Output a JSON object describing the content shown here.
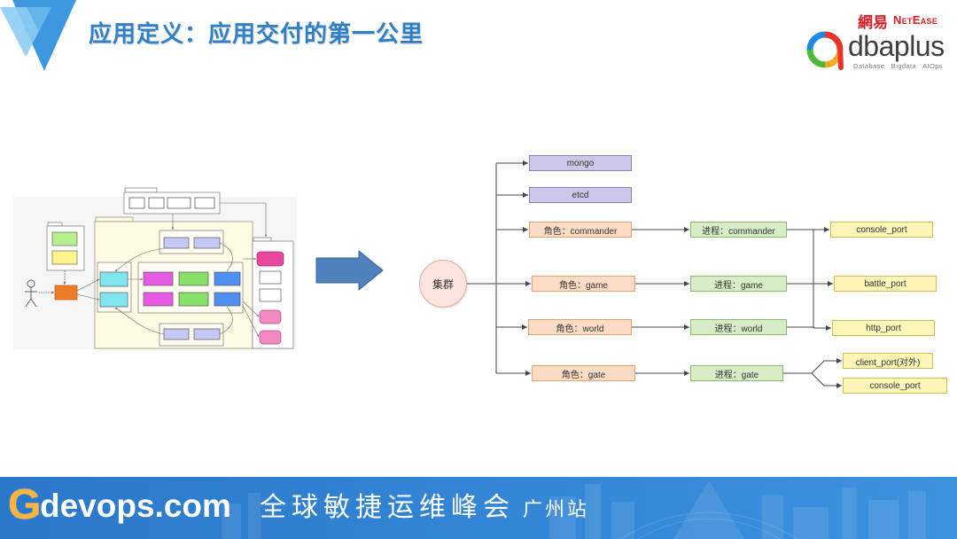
{
  "slide": {
    "title": "应用定义：应用交付的第一公里"
  },
  "logos": {
    "netease_cn": "網易",
    "netease_en": "NetEase",
    "dbaplus_name": "dbaplus",
    "dbaplus_tagline": "Database Bigdata AIOps"
  },
  "diagram": {
    "cluster": "集群",
    "resources": [
      "mongo",
      "etcd"
    ],
    "roles": [
      "角色：commander",
      "角色：game",
      "角色：world",
      "角色：gate"
    ],
    "processes": [
      "进程：commander",
      "进程：game",
      "进程：world",
      "进程：gate"
    ],
    "ports": [
      "console_port",
      "battle_port",
      "http_port",
      "client_port(对外)",
      "console_port"
    ]
  },
  "footer": {
    "logo_initial": "G",
    "site": "devops.com",
    "event": "全球敏捷运维峰会",
    "city": "广州站"
  },
  "colors": {
    "title": "#2f80c6",
    "netease_red": "#d81e26",
    "resource_fill": "#ccc6e8",
    "role_fill": "#fcdcc5",
    "process_fill": "#d6edc7",
    "port_fill": "#fdf6b8",
    "cluster_fill": "#fde4de",
    "transition_arrow": "#4f81bd",
    "banner": "#2f7bcb"
  },
  "icons": {
    "corner_logo": "blue-triangles-icon",
    "dbaplus_mark": "dbaplus-ring-icon",
    "transition": "right-block-arrow-icon",
    "thumbnail_actor": "user-figure-icon"
  }
}
